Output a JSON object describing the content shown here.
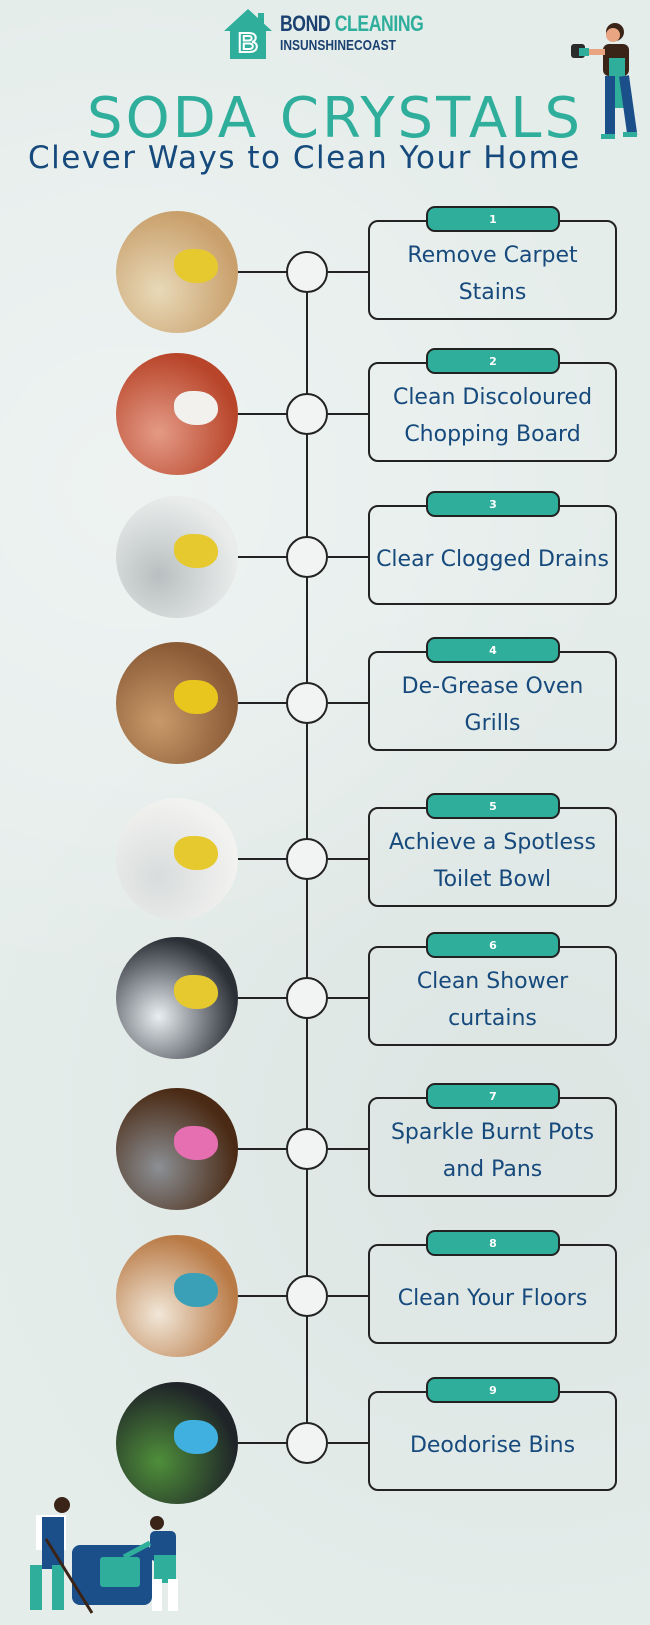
{
  "logo": {
    "name_part1": "BOND",
    "name_part2": "CLEANING",
    "tagline": "INSUNSHINECOAST",
    "mark_letter": "B"
  },
  "header": {
    "title": "SODA CRYSTALS",
    "subtitle": "Clever Ways to Clean Your Home"
  },
  "colors": {
    "teal": "#2fae9c",
    "navy": "#174a7c",
    "background": "#e5edeb"
  },
  "items": [
    {
      "number": "1",
      "label": "Remove Carpet Stains",
      "photo": "carpet-scrubbing-photo",
      "photo_colors": [
        "#c9a06c",
        "#e8d9b8",
        "#e6c92e"
      ]
    },
    {
      "number": "2",
      "label": "Clean Discoloured Chopping Board",
      "photo": "chopping-board-photo",
      "photo_colors": [
        "#b8452a",
        "#e49a86",
        "#f3f1ee"
      ]
    },
    {
      "number": "3",
      "label": "Clear Clogged Drains",
      "photo": "sink-drain-photo",
      "photo_colors": [
        "#e9eceb",
        "#b9bfc0",
        "#e6c92e"
      ]
    },
    {
      "number": "4",
      "label": "De-Grease Oven Grills",
      "photo": "oven-grill-photo",
      "photo_colors": [
        "#8a5a36",
        "#c89a6a",
        "#e8c61e"
      ]
    },
    {
      "number": "5",
      "label": "Achieve a Spotless Toilet Bowl",
      "photo": "toilet-bowl-photo",
      "photo_colors": [
        "#f2f2f0",
        "#d8dcdc",
        "#e6c92e"
      ]
    },
    {
      "number": "6",
      "label": "Clean Shower curtains",
      "photo": "shower-curtain-photo",
      "photo_colors": [
        "#2b2f36",
        "#e9eef2",
        "#e6c92e"
      ]
    },
    {
      "number": "7",
      "label": "Sparkle Burnt Pots and Pans",
      "photo": "burnt-pot-photo",
      "photo_colors": [
        "#4a2a14",
        "#8b8f94",
        "#e56fb1"
      ]
    },
    {
      "number": "8",
      "label": "Clean Your Floors",
      "photo": "floor-mopping-photo",
      "photo_colors": [
        "#b97a46",
        "#f1e7d8",
        "#3aa0b8"
      ]
    },
    {
      "number": "9",
      "label": "Deodorise Bins",
      "photo": "wheelie-bins-photo",
      "photo_colors": [
        "#1f2428",
        "#4f8f3a",
        "#3fb0e0"
      ]
    }
  ]
}
